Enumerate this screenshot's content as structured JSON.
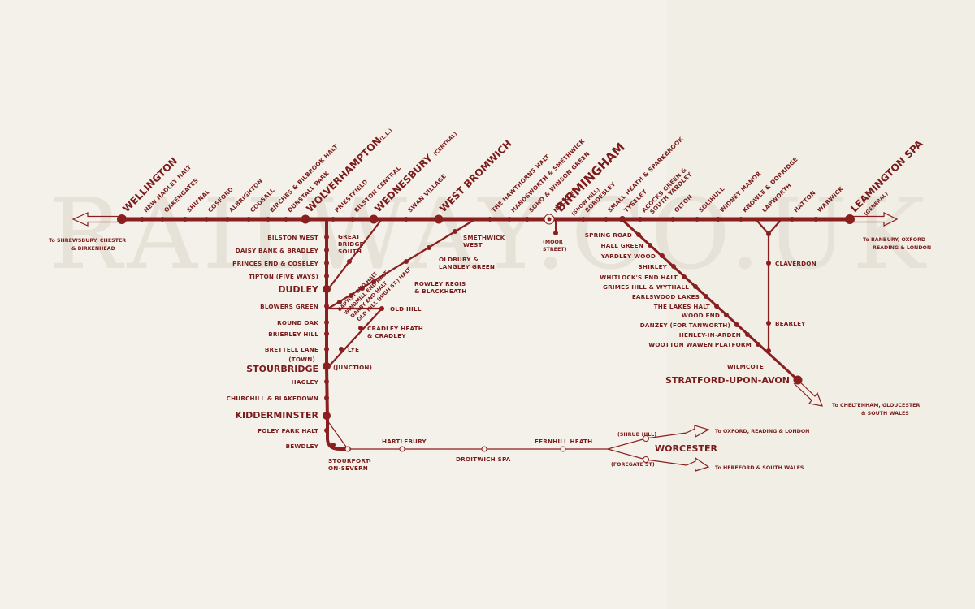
{
  "watermark": "RAILWAY.CO.UK",
  "colors": {
    "line": "#8a1f1f",
    "paper": "#f4f1ea"
  },
  "stations_main": {
    "wellington": "WELLINGTON",
    "new_hadley": "NEW HADLEY HALT",
    "oakengates": "OAKENGATES",
    "shifnal": "SHIFNAL",
    "cosford": "COSFORD",
    "albrighton": "ALBRIGHTON",
    "codsall": "CODSALL",
    "birches": "BIRCHES & BILBROOK HALT",
    "dunstall": "DUNSTALL PARK",
    "wolverhampton": "WOLVERHAMPTON",
    "wolverhampton_sub": "(L.L.)",
    "priestfield": "PRIESTFIELD",
    "bilston_central": "BILSTON CENTRAL",
    "wednesbury": "WEDNESBURY",
    "wednesbury_sub": "(CENTRAL)",
    "swan_village": "SWAN VILLAGE",
    "west_bromwich": "WEST BROMWICH",
    "hawthorns": "THE HAWTHORNS HALT",
    "handsworth": "HANDSWORTH & SMETHWICK",
    "soho": "SOHO & WINSON GREEN",
    "hockley": "HOCKLEY",
    "birmingham": "BIRMINGHAM",
    "birmingham_sub": "(SNOW HILL)",
    "bordesley": "BORDESLEY",
    "small_heath": "SMALL HEATH & SPARKBROOK",
    "tyseley": "TYSELEY",
    "acocks_green": "ACOCKS GREEN &",
    "acocks_green_2": "SOUTH YARDLEY",
    "olton": "OLTON",
    "solihull": "SOLIHULL",
    "widney": "WIDNEY MANOR",
    "knowle": "KNOWLE & DORRIDGE",
    "lapworth": "LAPWORTH",
    "hatton": "HATTON",
    "warwick": "WARWICK",
    "leamington": "LEAMINGTON SPA",
    "leamington_sub": "(GENERAL)"
  },
  "destinations": {
    "west_1": "To SHREWSBURY, CHESTER",
    "west_2": "& BIRKENHEAD",
    "east_1": "To BANBURY, OXFORD",
    "east_2": "READING & LONDON",
    "cheltenham_1": "To CHELTENHAM, GLOUCESTER",
    "cheltenham_2": "& SOUTH WALES",
    "oxford": "To OXFORD, READING & LONDON",
    "hereford": "To HEREFORD & SOUTH WALES"
  },
  "stations_stourbridge_branch": {
    "bilston_west": "BILSTON WEST",
    "daisy_bank": "DAISY BANK & BRADLEY",
    "princes_end": "PRINCES END & COSELEY",
    "tipton": "TIPTON (FIVE WAYS)",
    "dudley": "DUDLEY",
    "blowers_green": "BLOWERS GREEN",
    "round_oak": "ROUND OAK",
    "brierley_hill": "BRIERLEY HILL",
    "brettell_lane": "BRETTELL LANE",
    "town": "(TOWN)",
    "stourbridge": "STOURBRIDGE",
    "junction": "(JUNCTION)",
    "lye": "LYE",
    "hagley": "HAGLEY",
    "churchill": "CHURCHILL & BLAKEDOWN",
    "kidderminster": "KIDDERMINSTER",
    "foley_park": "FOLEY PARK HALT",
    "bewdley": "BEWDLEY",
    "stourport_1": "STOURPORT-",
    "stourport_2": "ON-SEVERN",
    "hartlebury": "HARTLEBURY",
    "droitwich": "DROITWICH SPA",
    "fernhill": "FERNHILL HEATH",
    "shrub_hill": "(SHRUB HILL)",
    "worcester": "WORCESTER",
    "foregate": "(FOREGATE ST)"
  },
  "stations_oldbury_branch": {
    "great_bridge_1": "GREAT",
    "great_bridge_2": "BRIDGE",
    "great_bridge_3": "SOUTH",
    "smethwick_west_1": "SMETHWICK",
    "smethwick_west_2": "WEST",
    "oldbury_1": "OLDBURY &",
    "oldbury_2": "LANGLEY GREEN",
    "rowley_1": "ROWLEY REGIS",
    "rowley_2": "& BLACKHEATH",
    "baptist_end": "BAPTIST END HALT",
    "windmill_end": "WINDMILL END HALT",
    "darby_end": "DARBY END HALT",
    "old_hill_high_st": "OLD HILL (HIGH ST.) HALT",
    "old_hill": "OLD HILL",
    "cradley_1": "CRADLEY HEATH",
    "cradley_2": "& CRADLEY",
    "moor_street_1": "(MOOR",
    "moor_street_2": "STREET)"
  },
  "stations_stratford_branch": {
    "spring_road": "SPRING ROAD",
    "hall_green": "HALL GREEN",
    "yardley_wood": "YARDLEY WOOD",
    "shirley": "SHIRLEY",
    "whitlocks_end": "WHITLOCK'S END HALT",
    "grimes_hill": "GRIMES HILL & WYTHALL",
    "earlswood": "EARLSWOOD LAKES",
    "lakes_halt": "THE LAKES HALT",
    "wood_end": "WOOD END",
    "danzey": "DANZEY (FOR TANWORTH)",
    "henley": "HENLEY-IN-ARDEN",
    "wootton": "WOOTTON WAWEN PLATFORM",
    "wilmcote": "WILMCOTE",
    "stratford": "STRATFORD-UPON-AVON",
    "claverdon": "CLAVERDON",
    "bearley": "BEARLEY"
  }
}
